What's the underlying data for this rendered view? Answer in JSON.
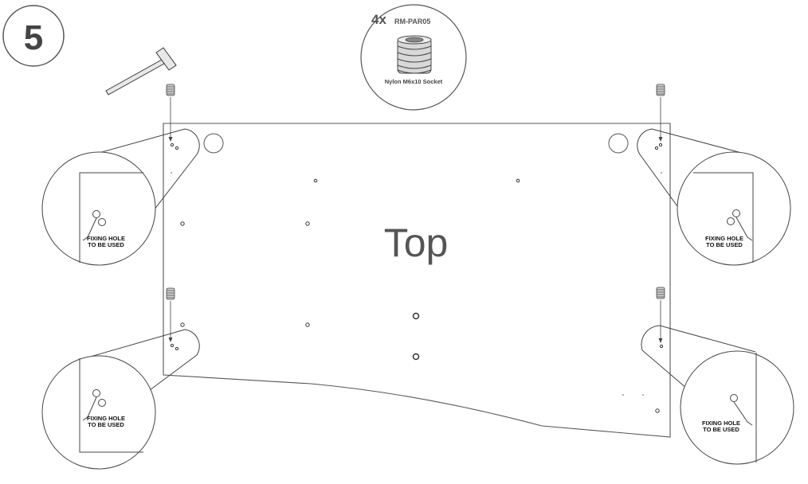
{
  "step": {
    "number": "5"
  },
  "panel": {
    "label": "Top"
  },
  "parts": {
    "quantity": "4x",
    "code": "RM-PAR05",
    "name": "Nylon M6x10 Socket"
  },
  "callouts": [
    {
      "line1": "FIXING HOLE",
      "line2": "TO BE USED"
    },
    {
      "line1": "FIXING HOLE",
      "line2": "TO BE USED"
    },
    {
      "line1": "FIXING HOLE",
      "line2": "TO BE USED"
    },
    {
      "line1": "FIXING HOLE",
      "line2": "TO BE USED"
    }
  ],
  "colors": {
    "line": "#555555",
    "text": "#444444"
  },
  "icons": [
    "hammer-icon",
    "nylon-socket-icon"
  ]
}
